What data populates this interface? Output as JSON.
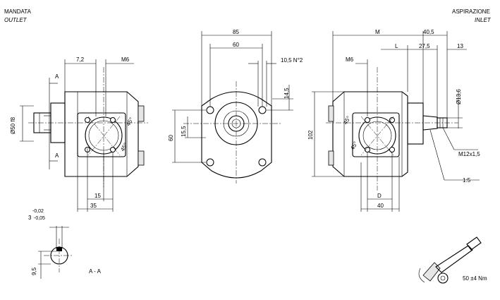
{
  "labels": {
    "outlet": "MANDATA",
    "outlet_en": "OUTLET",
    "inlet": "ASPIRAZIONE",
    "inlet_en": "INLET",
    "section": "A - A",
    "section_a_top": "A",
    "section_a_bottom": "A",
    "torque": "50 ±4 Nm"
  },
  "dims_left": {
    "d72": "7,2",
    "m6": "M6",
    "phi5018": "Ø50 f8",
    "angle45a": "45°",
    "angle45b": "45°",
    "d15": "15",
    "d35": "35"
  },
  "dims_front": {
    "d85": "85",
    "d60": "60",
    "d105": "10,5 N°2",
    "d145": "14,5",
    "d155": "15,5",
    "d60v": "60"
  },
  "dims_right": {
    "m": "M",
    "d405": "40,5",
    "l": "L",
    "d275": "27,5",
    "d13": "13",
    "m6": "M6",
    "phi136": "Ø13,6",
    "d102": "102",
    "angle45a": "45°",
    "angle45b": "45°",
    "m12": "M12x1,5",
    "taper": "1:5",
    "d": "D",
    "d40": "40"
  },
  "key_detail": {
    "tol_upper": "-0,02",
    "tol_lower": "-0,05",
    "width": "3",
    "d95": "9,5"
  }
}
